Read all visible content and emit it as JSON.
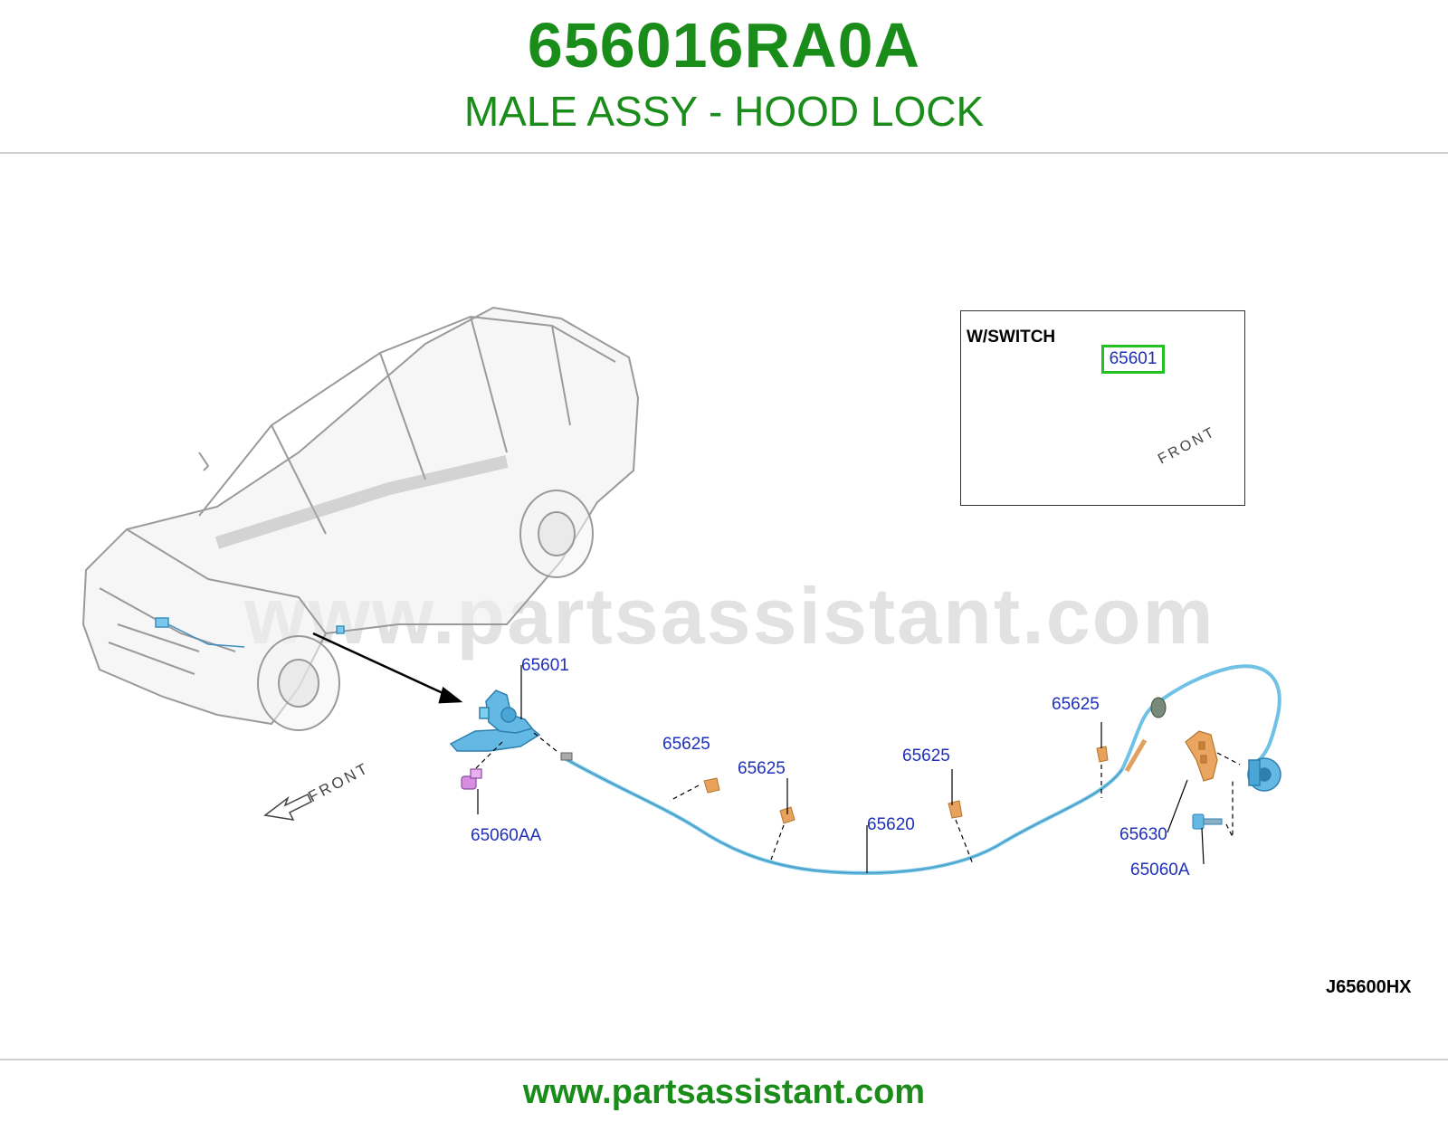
{
  "header": {
    "part_number": "656016RA0A",
    "part_name": "MALE ASSY - HOOD LOCK"
  },
  "diagram": {
    "watermark": "www.partsassistant.com",
    "reference_code": "J65600HX",
    "front_label": "FRONT",
    "inset": {
      "title": "W/SWITCH",
      "highlighted_callout": "65601",
      "front_label": "FRONT"
    },
    "callouts": {
      "hood_lock": "65601",
      "clip_1": "65625",
      "clip_2": "65625",
      "clip_3": "65625",
      "clip_4": "65625",
      "cable": "65620",
      "handle": "65630",
      "bolt_left": "65060AA",
      "bolt_right": "65060A"
    }
  },
  "footer": {
    "url": "www.partsassistant.com"
  },
  "colors": {
    "brand_green": "#1a8c1a",
    "callout_blue": "#1e2fb8",
    "highlight_green": "#22c022",
    "part_blue": "#5ab4e0",
    "part_orange": "#e0a060"
  }
}
